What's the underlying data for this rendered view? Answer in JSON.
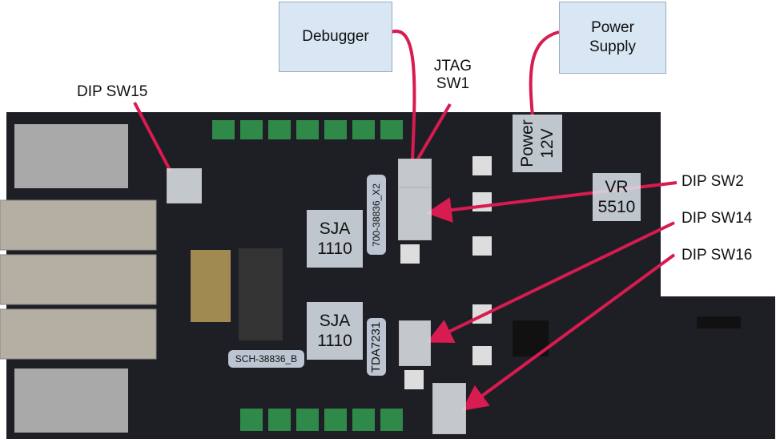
{
  "callouts": {
    "debugger": "Debugger",
    "power_supply": "Power Supply",
    "jtag": "JTAG SW1",
    "dip_sw15": "DIP SW15",
    "dip_sw2": "DIP SW2",
    "dip_sw14": "DIP SW14",
    "dip_sw16": "DIP SW16"
  },
  "board_labels": {
    "power": "Power 12V",
    "vr": "VR 5510",
    "sja_top": "SJA 1110",
    "sja_bottom": "SJA 1110",
    "board_id": "700-38836_X2",
    "tda": "TDA7231",
    "sch": "SCH-38836_B"
  },
  "colors": {
    "annotation": "#d81b50",
    "board": "#1e1f24",
    "callout_bg": "#d6e6f2"
  }
}
